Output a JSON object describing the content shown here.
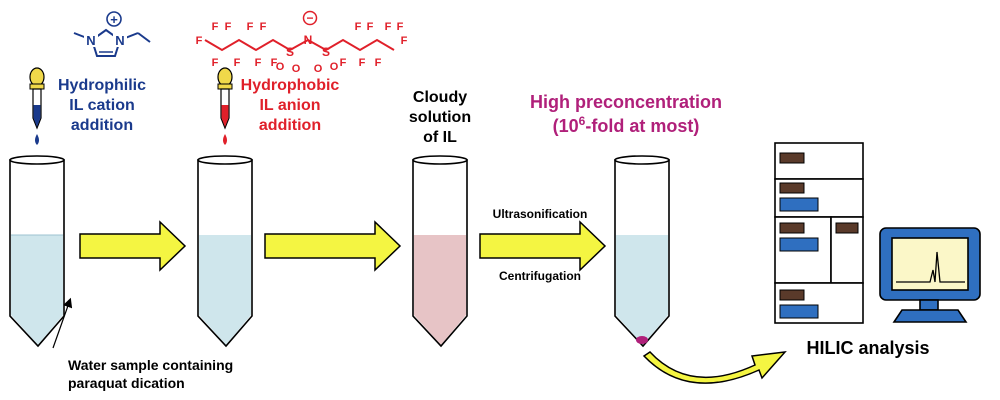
{
  "colors": {
    "cation": "#1a3a8c",
    "anion": "#e0202a",
    "highlight": "#b0207a",
    "water": "#cfe6ec",
    "cloudy": "#e7c4c6",
    "arrow_fill": "#f4f542",
    "dropper_bulb": "#f0d84a",
    "instrument_blue": "#2f6fc0",
    "monitor_screen": "#fbf7c8"
  },
  "cation_structure": {
    "methyl": "—",
    "n1": "N",
    "n2": "N",
    "charge": "+"
  },
  "anion_structure": {
    "f": "F",
    "s": "S",
    "o": "O",
    "n": "N",
    "charge": "−"
  },
  "step1": {
    "line1": "Hydrophilic",
    "line2": "IL cation",
    "line3": "addition"
  },
  "step2": {
    "line1": "Hydrophobic",
    "line2": "IL anion",
    "line3": "addition"
  },
  "step3": {
    "line1": "Cloudy",
    "line2": "solution",
    "line3": "of IL"
  },
  "step4": {
    "line1": "High preconcentration",
    "line2_prefix": "(10",
    "line2_sup": "6",
    "line2_suffix": "-fold at most)"
  },
  "process": {
    "top": "Ultrasonification",
    "bottom": "Centrifugation"
  },
  "sample_label": {
    "line1": "Water sample containing",
    "line2": "paraquat dication"
  },
  "analysis_label": "HILIC analysis"
}
